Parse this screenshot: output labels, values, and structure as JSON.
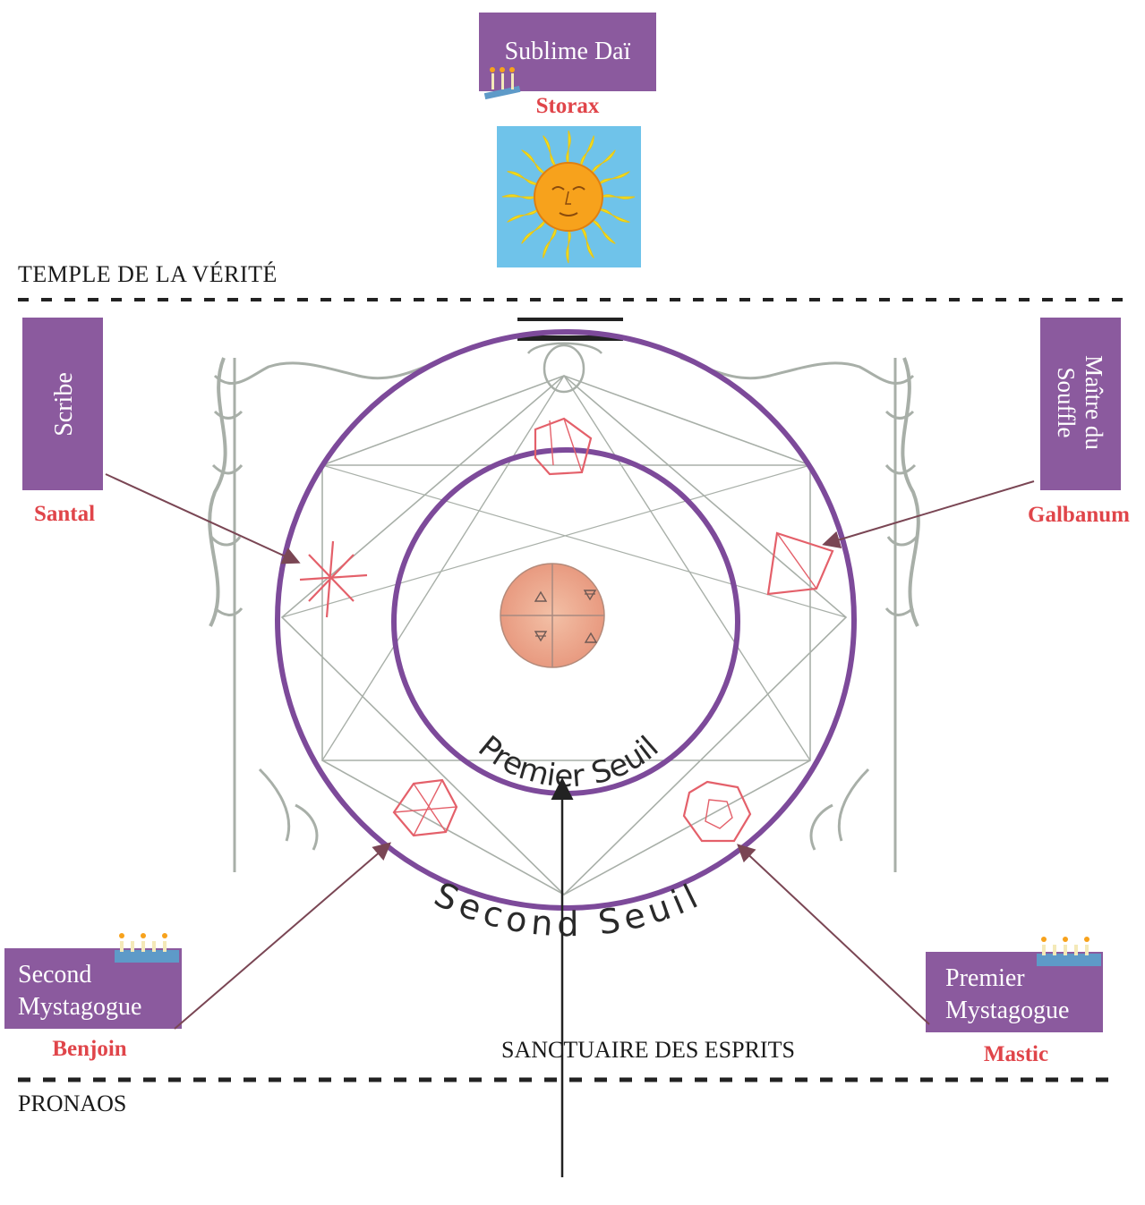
{
  "zones": {
    "temple": "TEMPLE DE LA VÉRITÉ",
    "sanctuary": "SANCTUAIRE DES ESPRITS",
    "pronaos": "PRONAOS"
  },
  "thresholds": {
    "inner": "Premier Seuil",
    "outer": "Second Seuil"
  },
  "officers": {
    "sublime": {
      "title": "Sublime Daï",
      "incense": "Storax"
    },
    "scribe": {
      "title": "Scribe",
      "incense": "Santal"
    },
    "breath": {
      "title_line1": "Maître du",
      "title_line2": "Souffle",
      "incense": "Galbanum"
    },
    "second": {
      "title_line1": "Second",
      "title_line2": "Mystagogue",
      "incense": "Benjoin"
    },
    "first": {
      "title_line1": "Premier",
      "title_line2": "Mystagogue",
      "incense": "Mastic"
    }
  },
  "icons": {
    "sun": "sun-face-icon",
    "candles": "candelabra-icon",
    "orb": "elemental-orb-icon"
  },
  "colors": {
    "officer_box": "#8b5a9e",
    "circle": "#7d4a9a",
    "incense_text": "#e0454a",
    "geometry": "#e4606a",
    "sky": "#6fc3ea",
    "sun": "#f7a21c",
    "sun_ray": "#f3e31e",
    "arrow": "#7a4654",
    "dash": "#222222"
  }
}
